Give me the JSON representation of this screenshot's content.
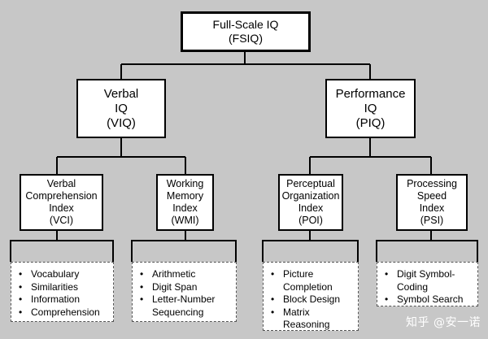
{
  "root": {
    "label": "Full-Scale IQ\n(FSIQ)"
  },
  "level2": [
    {
      "label": "Verbal\nIQ\n(VIQ)"
    },
    {
      "label": "Performance\nIQ\n(PIQ)"
    }
  ],
  "level3": [
    {
      "label": "Verbal\nComprehension\nIndex\n(VCI)"
    },
    {
      "label": "Working\nMemory\nIndex\n(WMI)"
    },
    {
      "label": "Perceptual\nOrganization\nIndex\n(POI)"
    },
    {
      "label": "Processing\nSpeed\nIndex\n(PSI)"
    }
  ],
  "subtests": [
    {
      "items": [
        "Vocabulary",
        "Similarities",
        "Information",
        "Comprehension"
      ]
    },
    {
      "items": [
        "Arithmetic",
        "Digit Span",
        "Letter-Number\nSequencing"
      ]
    },
    {
      "items": [
        "Picture\nCompletion",
        "Block Design",
        "Matrix\nReasoning"
      ]
    },
    {
      "items": [
        "Digit Symbol-\nCoding",
        "Symbol Search"
      ]
    }
  ],
  "watermark": "知乎 @安一诺"
}
